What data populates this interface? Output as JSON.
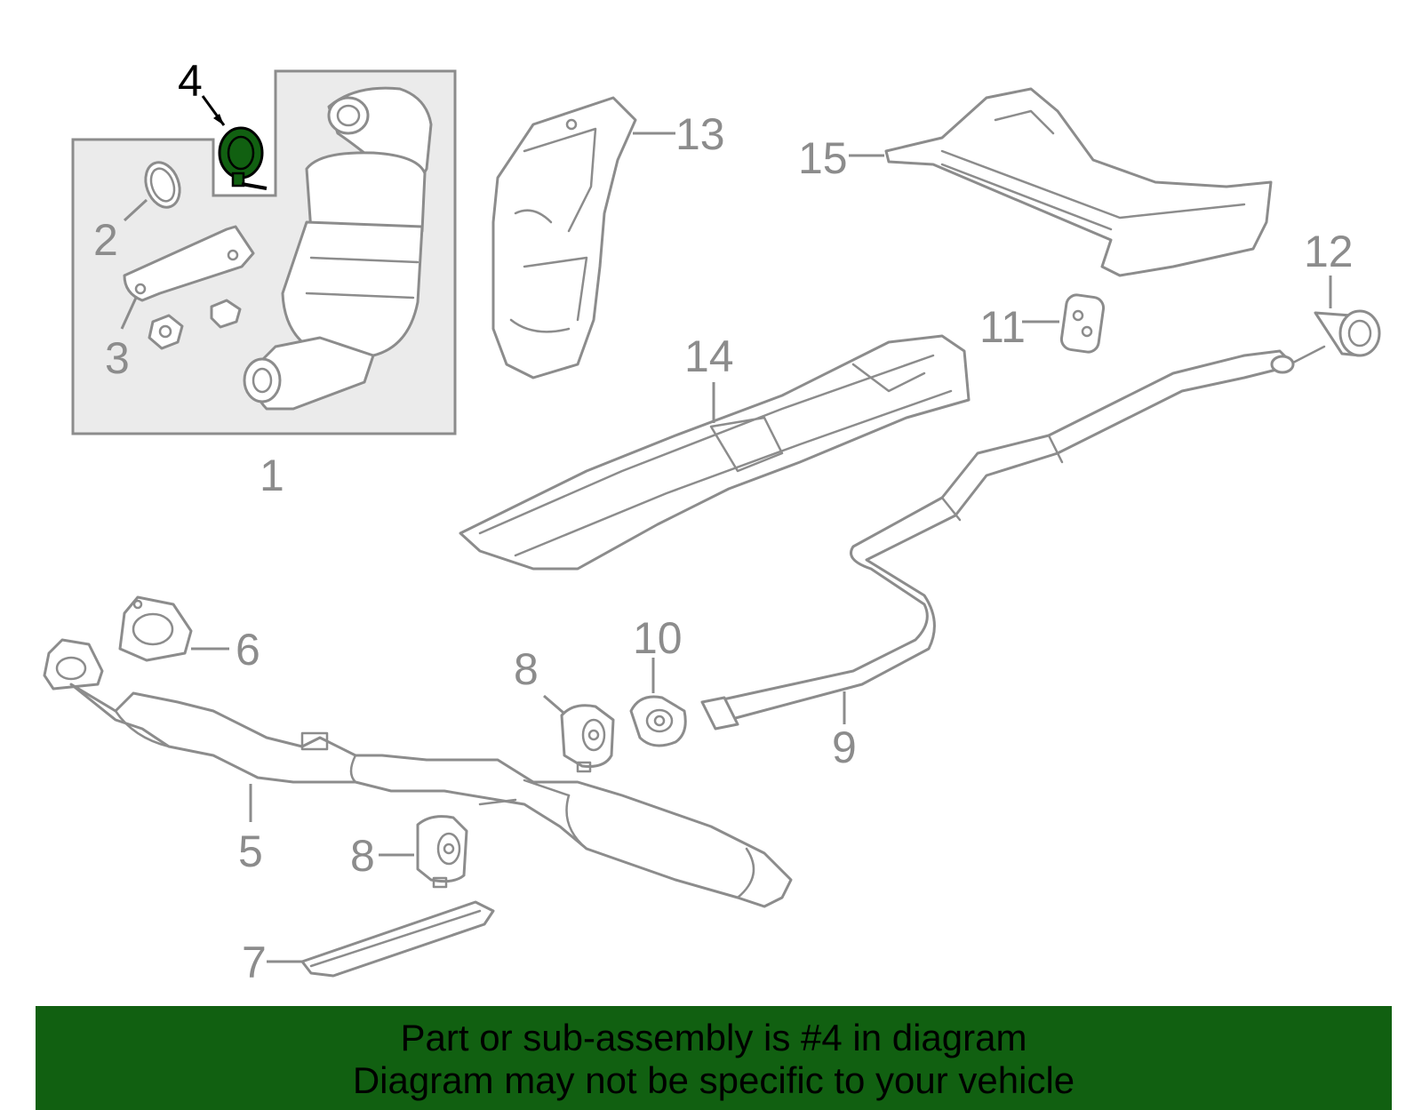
{
  "callouts": {
    "c1": "1",
    "c2": "2",
    "c3": "3",
    "c4": "4",
    "c5": "5",
    "c6": "6",
    "c7": "7",
    "c8a": "8",
    "c8b": "8",
    "c9": "9",
    "c10": "10",
    "c11": "11",
    "c12": "12",
    "c13": "13",
    "c14": "14",
    "c15": "15"
  },
  "highlighted_part": "4",
  "colors": {
    "highlight": "#116011",
    "outline": "#8c8c8c",
    "box_fill": "#ebebeb"
  },
  "banner": {
    "line1": "Part or sub-assembly is #4 in diagram",
    "line2": "Diagram may not be specific to your vehicle"
  }
}
